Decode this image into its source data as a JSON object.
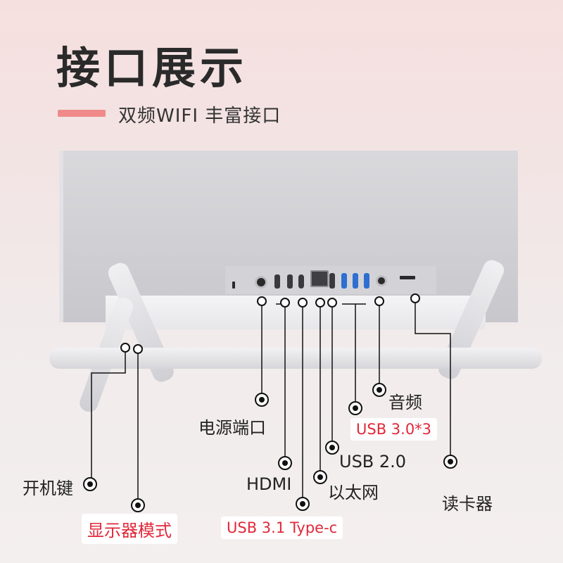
{
  "header": {
    "title": "接口展示",
    "subtitle": "双频WIFI 丰富接口"
  },
  "colors": {
    "accent": "#f08a8a",
    "highlight_text": "#e0283a"
  },
  "callouts": {
    "power_port": "电源端口",
    "audio": "音频",
    "usb30": "USB 3.0*3",
    "usb20": "USB 2.0",
    "hdmi": "HDMI",
    "ethernet": "以太网",
    "card_reader": "读卡器",
    "power_button": "开机键",
    "display_mode": "显示器模式",
    "usb31": "USB 3.1 Type-c"
  }
}
